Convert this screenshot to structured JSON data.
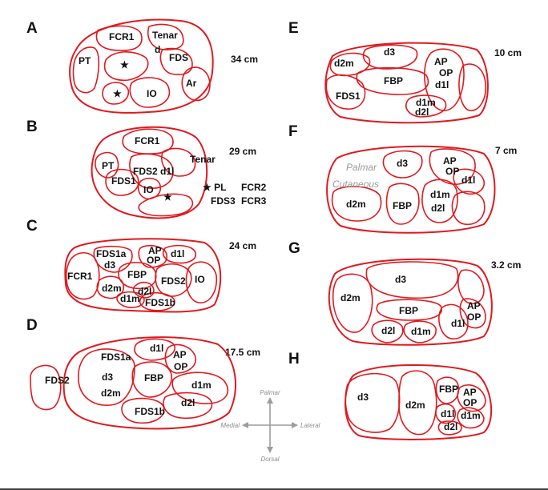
{
  "colors": {
    "fascicle_outline": "#e0191f",
    "text": "#111111",
    "compass": "#9c9c9c",
    "background": "#ffffff"
  },
  "compass": {
    "top": "Palmar",
    "bottom": "Dorsal",
    "left": "Medial",
    "right": "Lateral"
  },
  "panels": [
    {
      "letter": "A",
      "distance": "34 cm",
      "labels": [
        "FCR1",
        "Tenar",
        "d",
        "FDS",
        "PT",
        "★",
        "Ar",
        "★",
        "IO"
      ]
    },
    {
      "letter": "B",
      "distance": "29 cm",
      "labels": [
        "FCR1",
        "Tenar",
        "PT",
        "FDS2",
        "d1l",
        "FDS1",
        "IO",
        "★"
      ],
      "side_notes": [
        "★ PL",
        "FCR2",
        "FDS3",
        "FCR3"
      ]
    },
    {
      "letter": "C",
      "distance": "24 cm",
      "labels": [
        "FDS1a",
        "AP",
        "OP",
        "d1l",
        "d3",
        "FCR1",
        "FBP",
        "FDS2",
        "IO",
        "d2m",
        "d2l",
        "d1m",
        "FDS1b"
      ]
    },
    {
      "letter": "D",
      "distance": "17.5 cm",
      "labels": [
        "d1l",
        "FDS1a",
        "AP",
        "OP",
        "d3",
        "FBP",
        "FDS2",
        "d2m",
        "d1m",
        "d2l",
        "FDS1b"
      ]
    },
    {
      "letter": "E",
      "distance": "10 cm",
      "labels": [
        "d3",
        "d2m",
        "AP",
        "OP",
        "FBP",
        "d1l",
        "FDS1",
        "d1m",
        "d2l"
      ]
    },
    {
      "letter": "F",
      "distance": "7 cm",
      "labels": [
        "d3",
        "AP",
        "OP",
        "d1l",
        "d1m",
        "d2m",
        "FBP",
        "d2l"
      ],
      "faint_labels": [
        "Palmar",
        "Cutaneous"
      ]
    },
    {
      "letter": "G",
      "distance": "3.2 cm",
      "labels": [
        "d3",
        "d2m",
        "FBP",
        "AP",
        "OP",
        "d1l",
        "d2l",
        "d1m"
      ]
    },
    {
      "letter": "H",
      "distance": "",
      "labels": [
        "d3",
        "d2m",
        "FBP",
        "AP",
        "OP",
        "d1l",
        "d1m",
        "d2l"
      ]
    }
  ]
}
